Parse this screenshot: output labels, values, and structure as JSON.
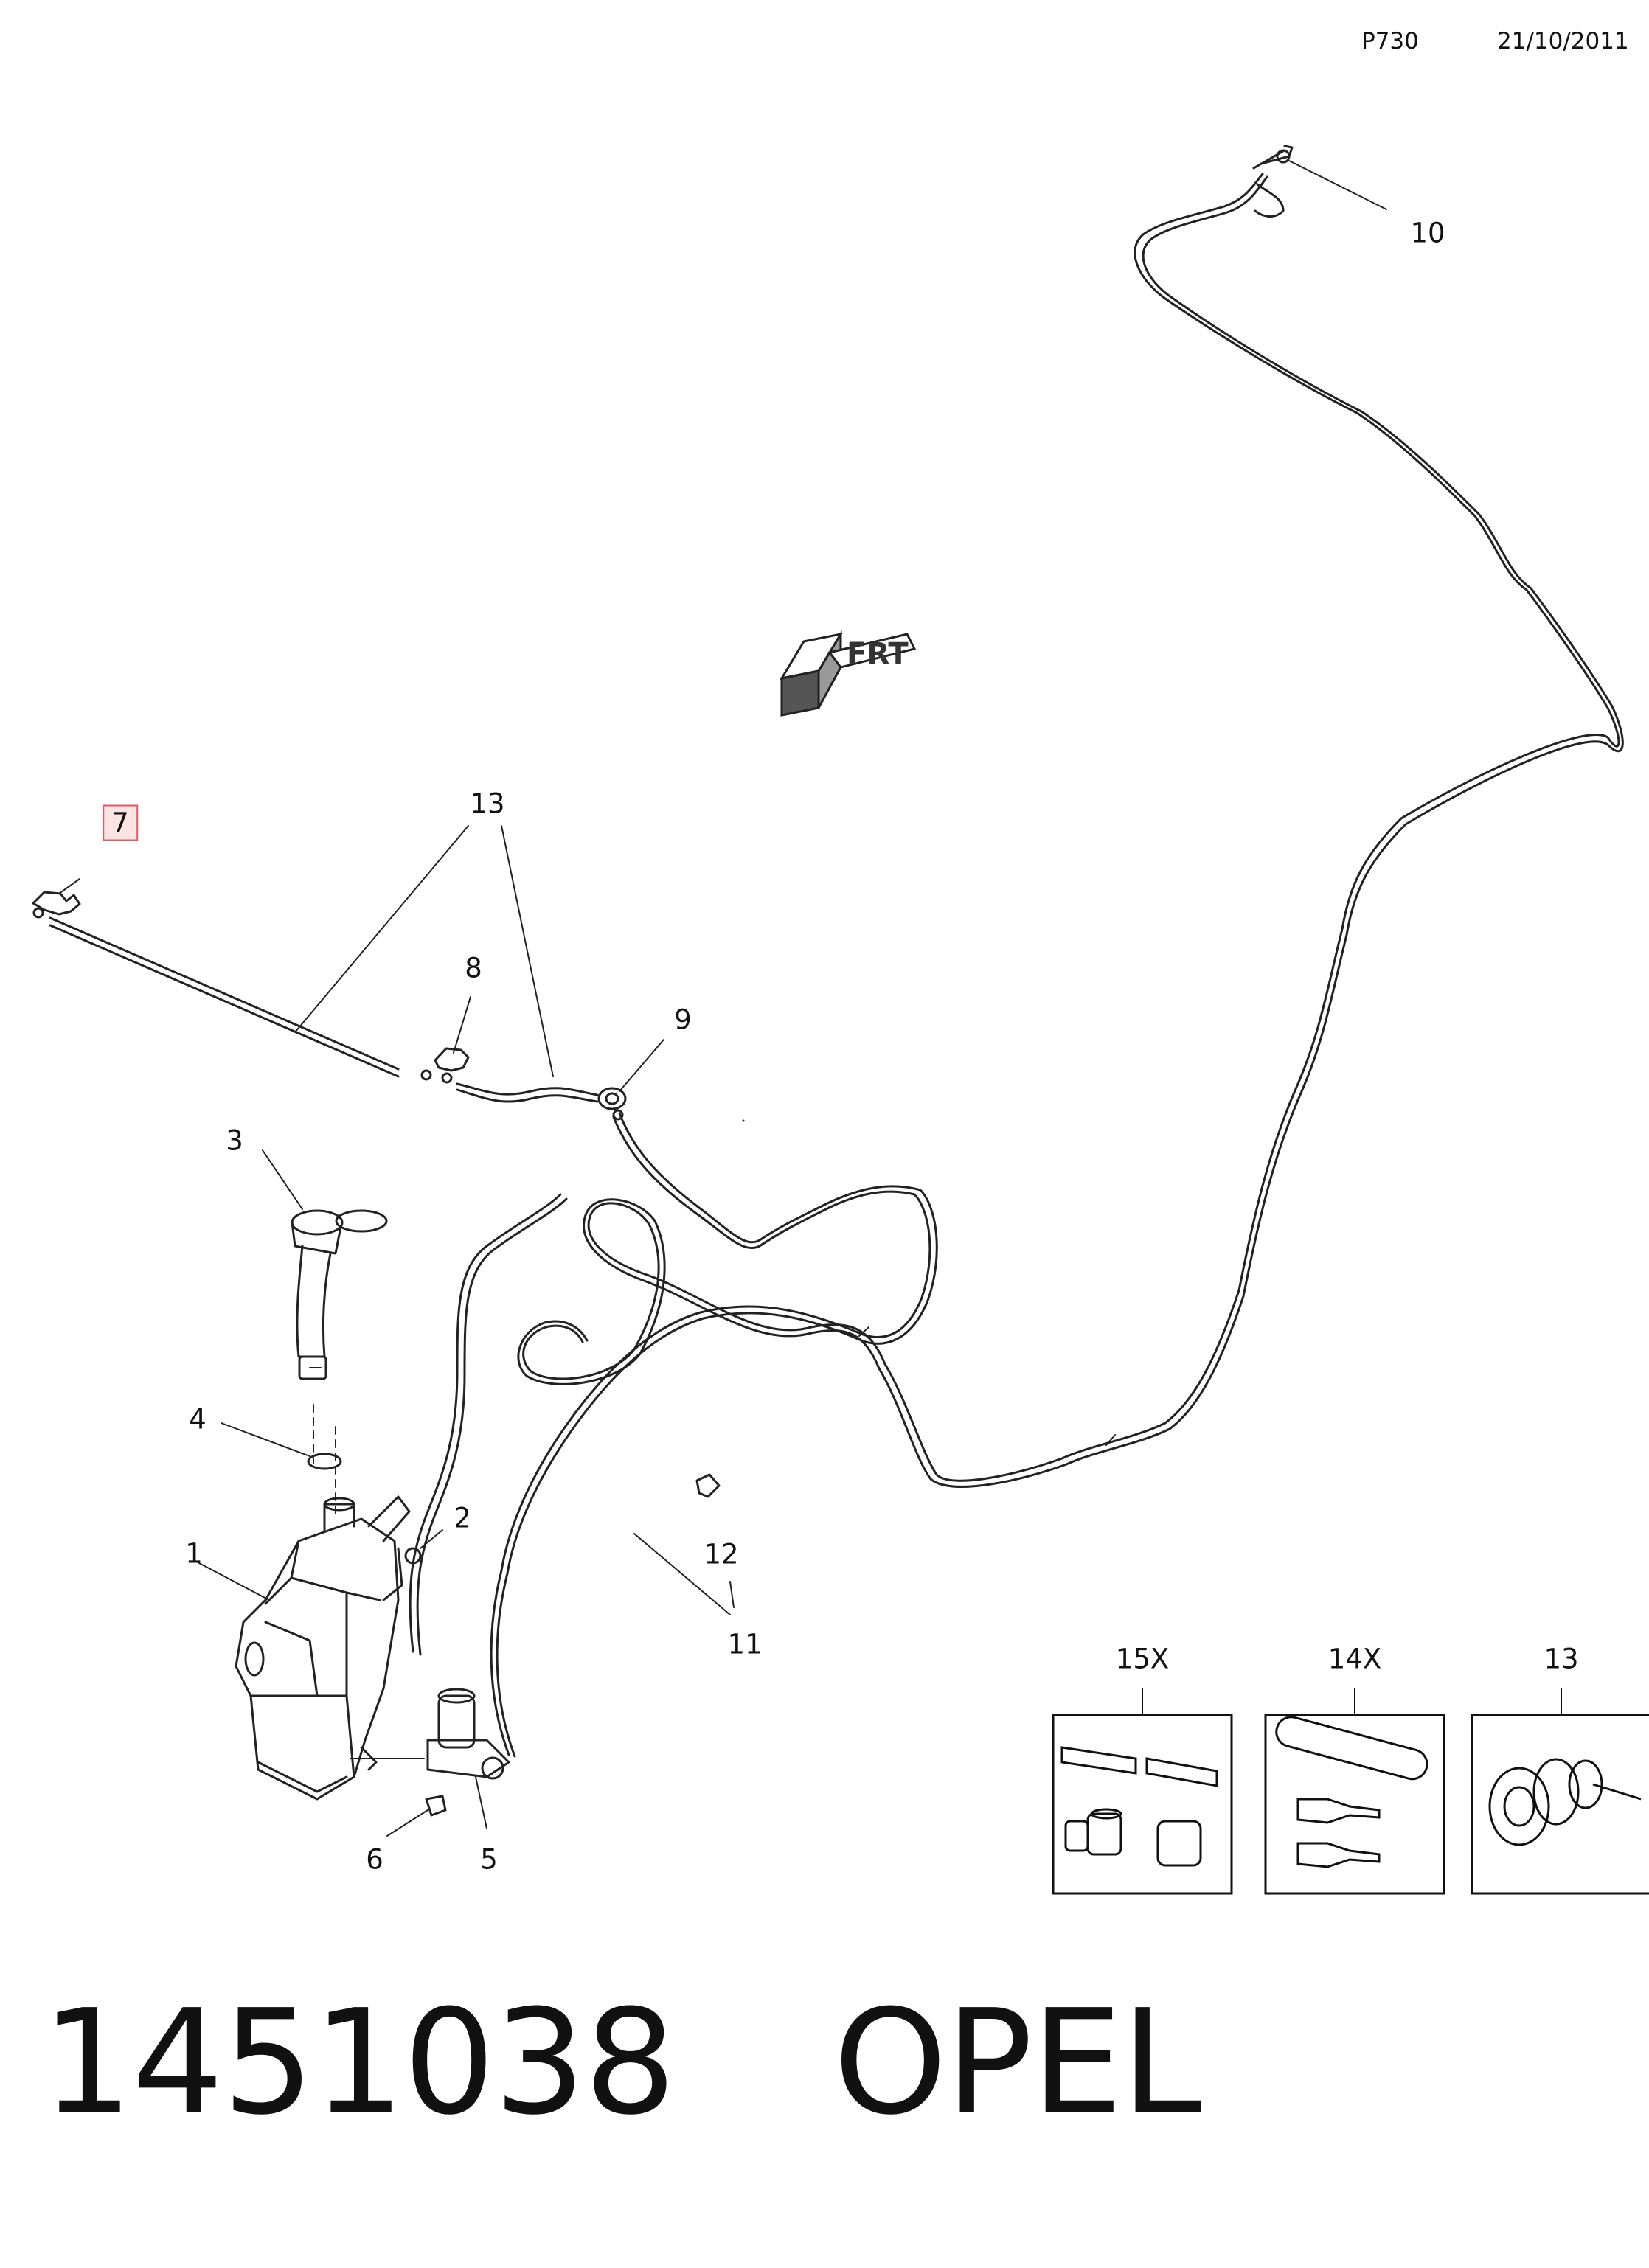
{
  "header": {
    "code": "P730",
    "date": "21/10/2011"
  },
  "labels": {
    "l1": "1",
    "l2": "2",
    "l3": "3",
    "l4": "4",
    "l5": "5",
    "l6": "6",
    "l7": "7",
    "l8": "8",
    "l9": "9",
    "l10": "10",
    "l11": "11",
    "l12": "12",
    "l13": "13"
  },
  "frt_marker": "FRT",
  "insets": [
    {
      "label": "15X"
    },
    {
      "label": "14X"
    },
    {
      "label": "13"
    }
  ],
  "footer": {
    "part_number": "1451038",
    "brand": "OPEL"
  },
  "highlight_color": "#e05b5b"
}
